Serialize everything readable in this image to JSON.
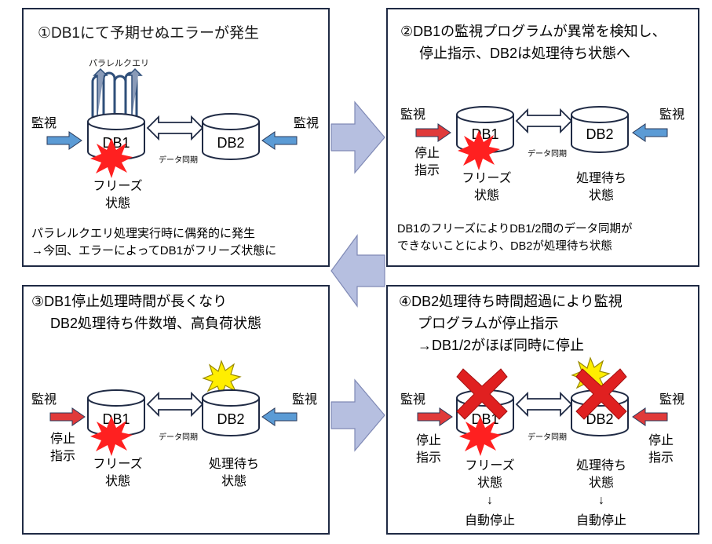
{
  "colors": {
    "border": "#1f2a44",
    "accent": "#1f3c8c",
    "monitor_arrow": "#5b9bd5",
    "stop_arrow": "#e03a3a",
    "big_arrow": "#b6bfe0",
    "burst": "#ff2020",
    "burst_yellow": "#ffee00",
    "cross": "#e02020"
  },
  "panel1": {
    "title": "①DB1にて予期せぬエラーが発生",
    "parallel_label": "パラレルクエリ",
    "monitor_left": "監視",
    "monitor_right": "監視",
    "db1": "DB1",
    "db2": "DB2",
    "sync": "データ同期",
    "freeze1": "フリーズ",
    "freeze2": "状態",
    "note1": "パラレルクエリ処理実行時に偶発的に発生",
    "note2": "→今回、エラーによってDB1がフリーズ状態に"
  },
  "panel2": {
    "title1": "②DB1の監視プログラムが異常を検知し、",
    "title2": "停止指示、DB2は処理待ち状態へ",
    "monitor_left": "監視",
    "monitor_right": "監視",
    "db1": "DB1",
    "db2": "DB2",
    "sync": "データ同期",
    "stop1": "停止",
    "stop2": "指示",
    "freeze1": "フリーズ",
    "freeze2": "状態",
    "wait1": "処理待ち",
    "wait2": "状態",
    "note1": "DB1のフリーズによりDB1/2間のデータ同期が",
    "note2": "できないことにより、DB2が処理待ち状態"
  },
  "panel3": {
    "title1": "③DB1停止処理時間が長くなり",
    "title2": "DB2処理待ち件数増、高負荷状態",
    "monitor_left": "監視",
    "monitor_right": "監視",
    "db1": "DB1",
    "db2": "DB2",
    "sync": "データ同期",
    "stop1": "停止",
    "stop2": "指示",
    "freeze1": "フリーズ",
    "freeze2": "状態",
    "wait1": "処理待ち",
    "wait2": "状態"
  },
  "panel4": {
    "title1": "④DB2処理待ち時間超過により監視",
    "title2": "プログラムが停止指示",
    "title3": "→DB1/2がほぼ同時に停止",
    "monitor_left": "監視",
    "monitor_right": "監視",
    "db1": "DB1",
    "db2": "DB2",
    "sync": "データ同期",
    "stop_l1": "停止",
    "stop_l2": "指示",
    "stop_r1": "停止",
    "stop_r2": "指示",
    "freeze1": "フリーズ",
    "freeze2": "状態",
    "wait1": "処理待ち",
    "wait2": "状態",
    "down_arrow": "↓",
    "auto_stop_l": "自動停止",
    "auto_stop_r": "自動停止"
  }
}
